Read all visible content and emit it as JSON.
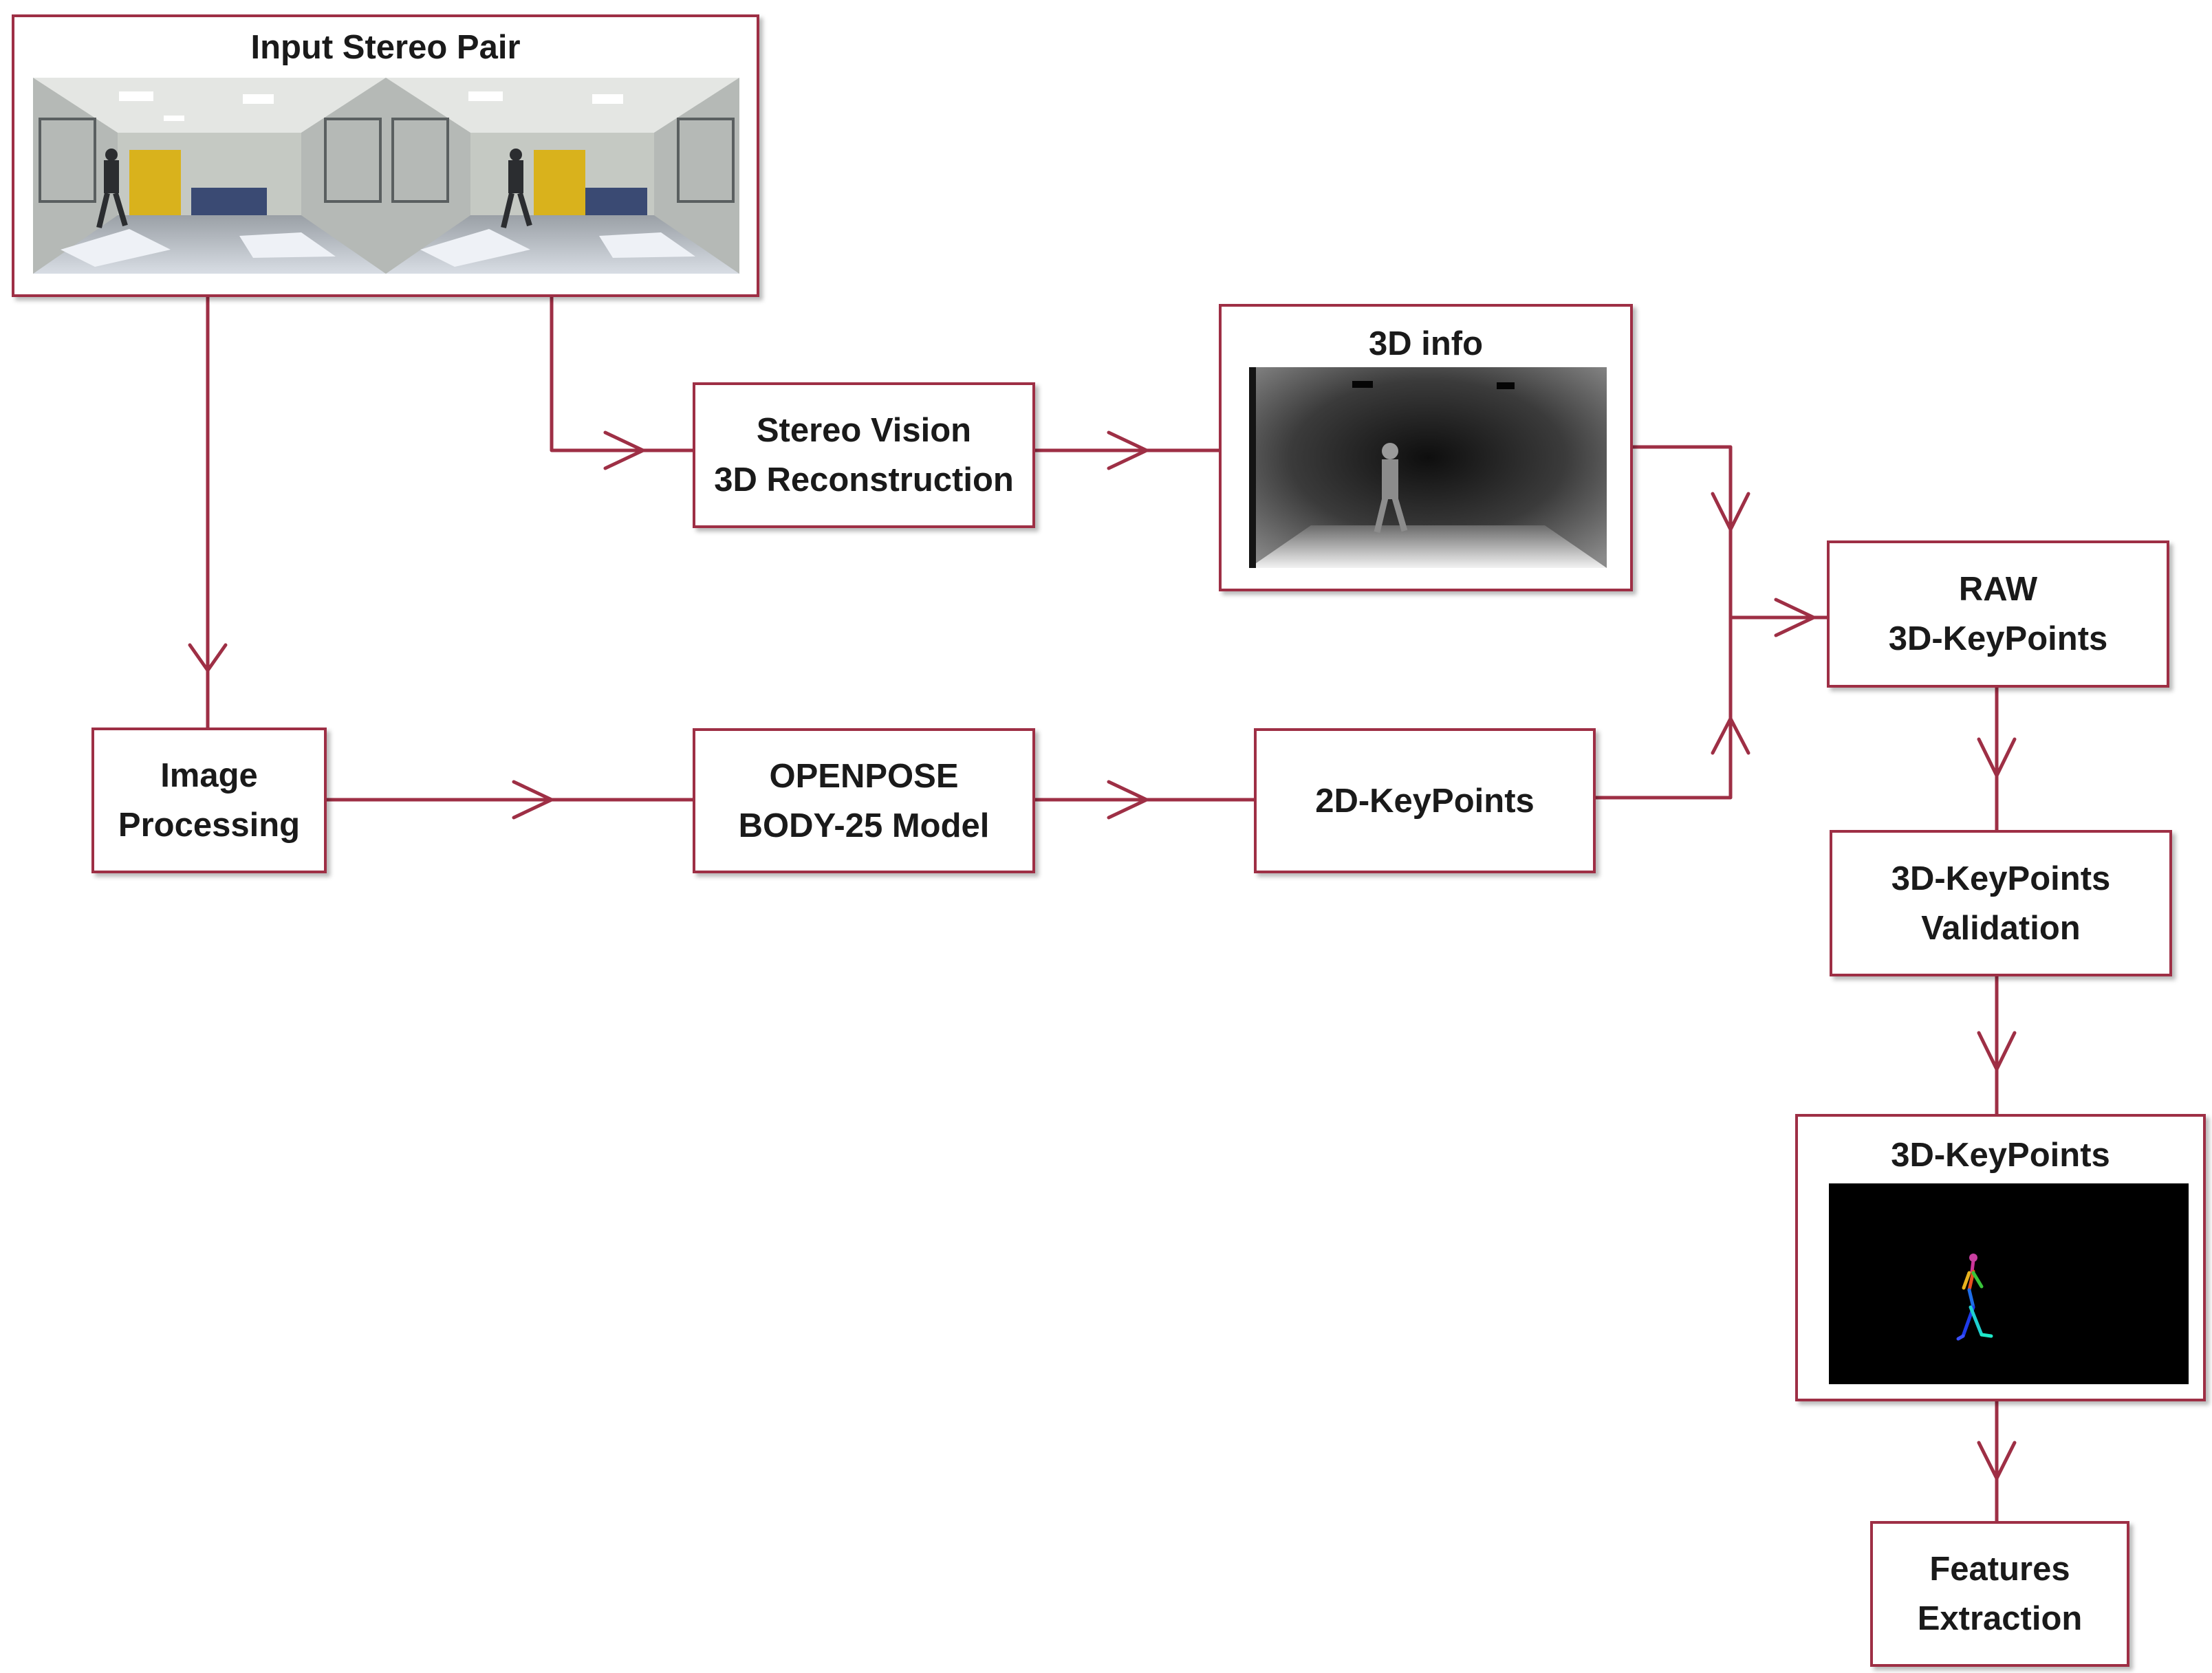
{
  "colors": {
    "line": "#9e2f45",
    "text": "#1a1a1a"
  },
  "nodes": {
    "input_stereo_pair": {
      "title": "Input Stereo Pair"
    },
    "stereo_vision": {
      "line1": "Stereo Vision",
      "line2": "3D Reconstruction"
    },
    "info_3d": {
      "title": "3D info"
    },
    "image_processing": {
      "line1": "Image",
      "line2": "Processing"
    },
    "openpose": {
      "line1": "OPENPOSE",
      "line2": "BODY-25 Model"
    },
    "keypoints_2d": {
      "label": "2D-KeyPoints"
    },
    "raw_keypoints": {
      "line1": "RAW",
      "line2": "3D-KeyPoints"
    },
    "validation": {
      "line1": "3D-KeyPoints",
      "line2": "Validation"
    },
    "keypoints_3d": {
      "title": "3D-KeyPoints"
    },
    "features": {
      "line1": "Features",
      "line2": "Extraction"
    }
  }
}
